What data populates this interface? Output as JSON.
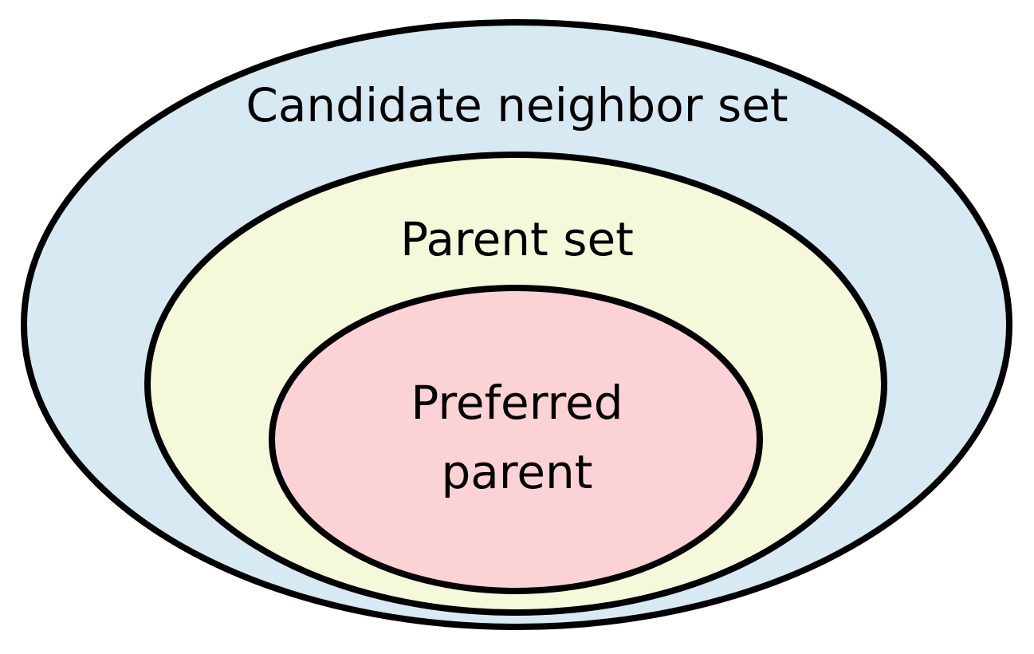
{
  "diagram": {
    "type": "nested-set-venn",
    "background": "#ffffff",
    "stroke_color": "#000000",
    "text_color": "#000000",
    "sets": [
      {
        "id": "candidate-neighbor-set",
        "label": "Candidate neighbor set",
        "fill": "#d7e9f2"
      },
      {
        "id": "parent-set",
        "label": "Parent set",
        "fill": "#f5f9d9"
      },
      {
        "id": "preferred-parent",
        "label": "Preferred parent",
        "fill": "#fbd2d5"
      }
    ]
  }
}
